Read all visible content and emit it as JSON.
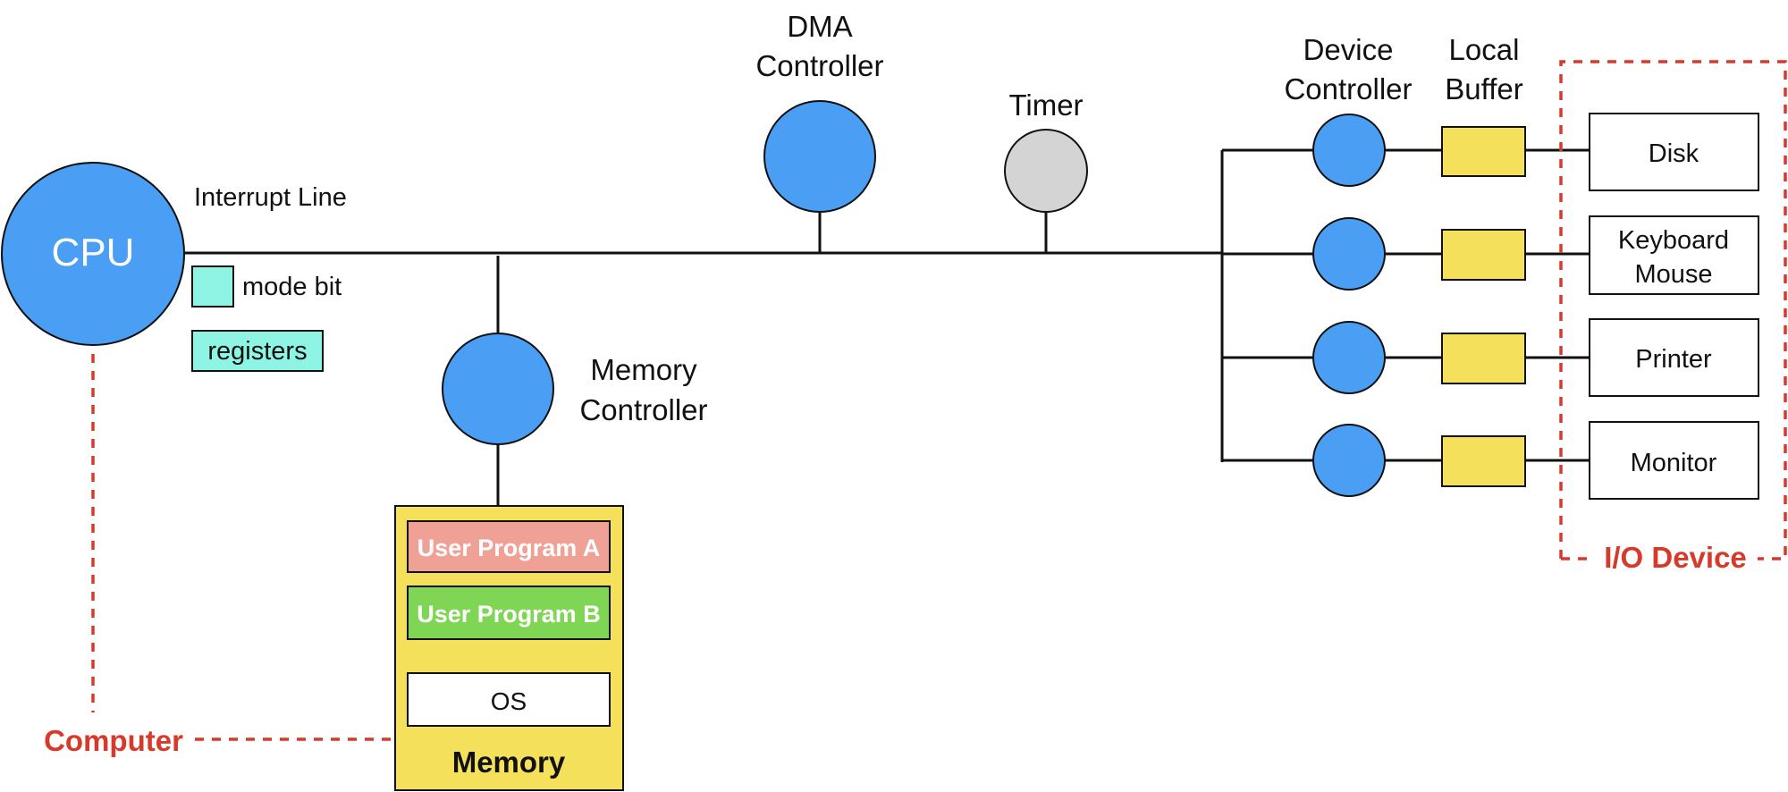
{
  "cpu": {
    "label": "CPU",
    "interrupt_line": "Interrupt Line",
    "mode_bit": "mode bit",
    "registers": "registers"
  },
  "dma": {
    "line1": "DMA",
    "line2": "Controller"
  },
  "timer": {
    "label": "Timer"
  },
  "memory_controller": {
    "line1": "Memory",
    "line2": "Controller"
  },
  "memory": {
    "label": "Memory",
    "programs": [
      "User Program A",
      "User Program B",
      "OS"
    ]
  },
  "device_controller": {
    "line1": "Device",
    "line2": "Controller"
  },
  "local_buffer": {
    "line1": "Local",
    "line2": "Buffer"
  },
  "devices": [
    "Disk",
    "Keyboard",
    "Mouse",
    "Printer",
    "Monitor"
  ],
  "groups": {
    "computer": "Computer",
    "io_device": "I/O Device"
  },
  "colors": {
    "node": "#4a9ff5",
    "timer": "#d4d4d4",
    "buffer": "#f4e05a",
    "memory": "#f4e05a",
    "mode_bit": "#8ef5e4",
    "program_a": "#f0a196",
    "program_b": "#7fd654",
    "accent": "#d63a2a"
  }
}
